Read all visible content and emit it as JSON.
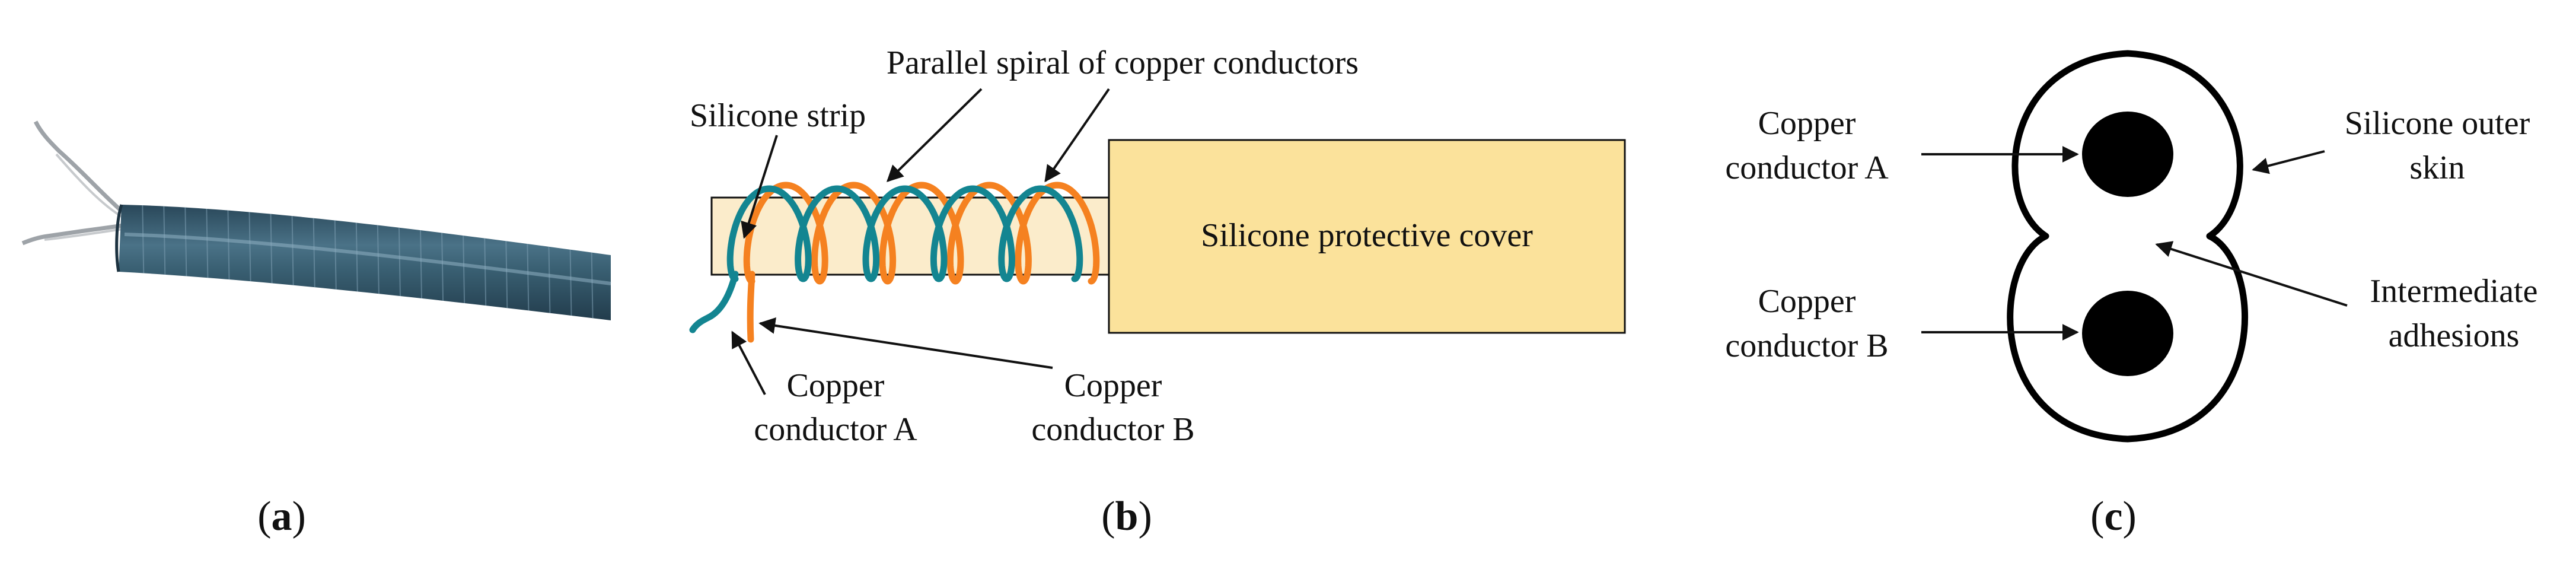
{
  "panel_a": {
    "caption_open": "(",
    "caption_letter": "a",
    "caption_close": ")"
  },
  "panel_b": {
    "caption_open": "(",
    "caption_letter": "b",
    "caption_close": ")",
    "label_spiral": "Parallel spiral of copper conductors",
    "label_strip": "Silicone strip",
    "label_cover": "Silicone protective cover",
    "label_conductor_a_line1": "Copper",
    "label_conductor_a_line2": "conductor A",
    "label_conductor_b_line1": "Copper",
    "label_conductor_b_line2": "conductor B"
  },
  "panel_c": {
    "caption_open": "(",
    "caption_letter": "c",
    "caption_close": ")",
    "label_conductor_a_line1": "Copper",
    "label_conductor_a_line2": "conductor A",
    "label_conductor_b_line1": "Copper",
    "label_conductor_b_line2": "conductor B",
    "label_skin_line1": "Silicone outer",
    "label_skin_line2": "skin",
    "label_adhesions_line1": "Intermediate",
    "label_adhesions_line2": "adhesions"
  },
  "colors": {
    "cable_dark": "#2a4a5e",
    "cable_mid": "#3d6479",
    "cable_light": "#7f9fb2",
    "wire_silver": "#a8acb0",
    "strip_fill": "#fbeccb",
    "cover_fill": "#fbe29b",
    "conductor_a": "#138591",
    "conductor_b": "#f58120",
    "black": "#000000"
  }
}
